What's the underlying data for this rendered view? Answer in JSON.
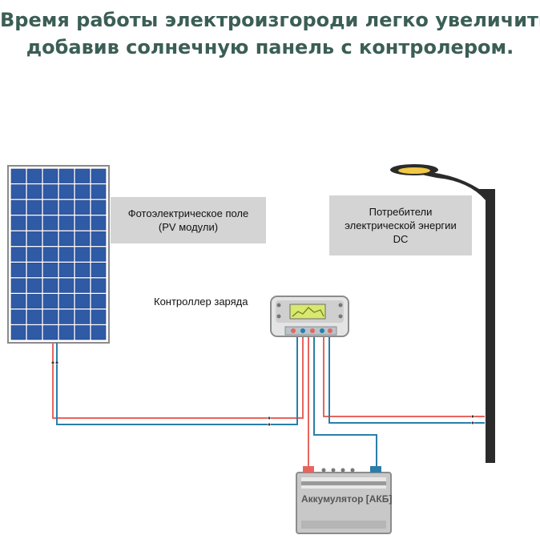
{
  "headline": {
    "line1": "Время работы электроизгороди легко увеличить",
    "line2": "добавив солнечную панель с контролером."
  },
  "labels": {
    "pv_field_line1": "Фотоэлектрическое поле",
    "pv_field_line2": "(PV модули)",
    "charge_controller": "Контроллер заряда",
    "consumers_line1": "Потребители",
    "consumers_line2": "электрической энергии",
    "consumers_line3": "DC",
    "battery": "Аккумулятор [АКБ]"
  },
  "colors": {
    "headline": "#3b5e55",
    "label_background": "#d4d4d4",
    "panel_cell": "#2f5aa6",
    "panel_frame": "#1f3f80",
    "wire_positive": "#e8655f",
    "wire_negative": "#2a7fa8",
    "lamp_pole": "#2b2b2b",
    "lamp_light": "#f3c844"
  }
}
